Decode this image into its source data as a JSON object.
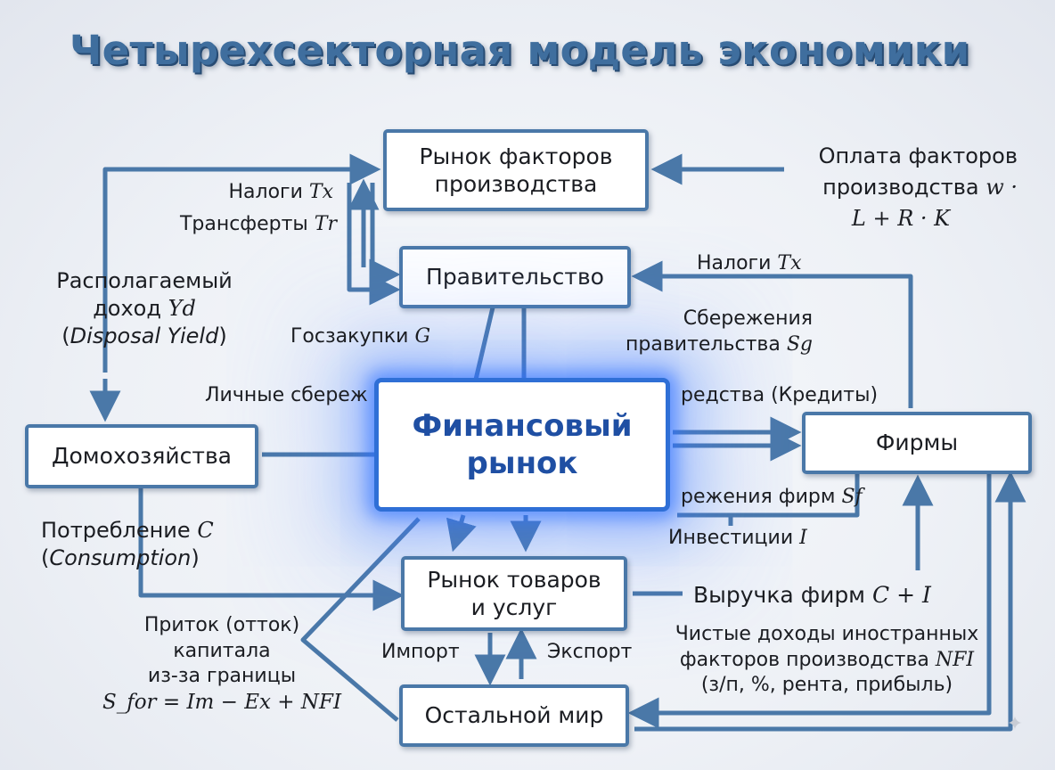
{
  "title": "Четырехсекторная модель экономики",
  "nodes": {
    "factor_market": {
      "line1": "Рынок факторов",
      "line2": "производства"
    },
    "government": "Правительство",
    "financial_market": {
      "line1": "Финансовый",
      "line2": "рынок"
    },
    "households": "Домохозяйства",
    "firms": "Фирмы",
    "goods_market": {
      "line1": "Рынок товаров",
      "line2": "и услуг"
    },
    "rest_of_world": "Остальной мир"
  },
  "labels": {
    "factor_payment": {
      "line1": "Оплата факторов",
      "line2": "производства",
      "formula1": "w ·",
      "formula2": "L + R · K"
    },
    "taxes_left": {
      "text": "Налоги",
      "sym": "Tx"
    },
    "transfers": {
      "text": "Трансферты",
      "sym": "Tr"
    },
    "taxes_right": {
      "text": "Налоги",
      "sym": "Tx"
    },
    "disposable_income": {
      "line1": "Располагаемый",
      "line2": "доход",
      "sym": "Yd",
      "line3": "Disposal Yield"
    },
    "gov_purchases": {
      "text": "Госзакупки",
      "sym": "G"
    },
    "personal_savings": "Личные сбереж",
    "gov_savings": {
      "line1": "Сбережения",
      "line2": "правительства",
      "sym": "Sg"
    },
    "credit_funds": "редства (Кредиты)",
    "firm_savings": {
      "text": "режения фирм",
      "sym": "Sf"
    },
    "investment": {
      "text": "Инвестиции",
      "sym": "I"
    },
    "consumption": {
      "line1": "Потребление",
      "sym": "C",
      "line2": "Consumption"
    },
    "revenue": {
      "text": "Выручка фирм",
      "sym": "C + I"
    },
    "capital_flow": {
      "line1": "Приток (отток)",
      "line2": "капитала",
      "line3": "из-за границы",
      "formula": "S_for = Im − Ex + NFI"
    },
    "imports": "Импорт",
    "exports": "Экспорт",
    "nfi": {
      "line1": "Чистые доходы иностранных",
      "line2": "факторов производства",
      "sym": "NFI",
      "line3": "(з/п, %, рента, прибыль)"
    }
  },
  "colors": {
    "title": "#3f6e9e",
    "wire": "#4a78a8",
    "box_border": "#4a78a8",
    "financial_border": "#2f6fd6",
    "financial_glow": "#3c78ff",
    "financial_text": "#1f4fa3"
  },
  "icons": {
    "corner_badge": "sparkle-icon"
  }
}
